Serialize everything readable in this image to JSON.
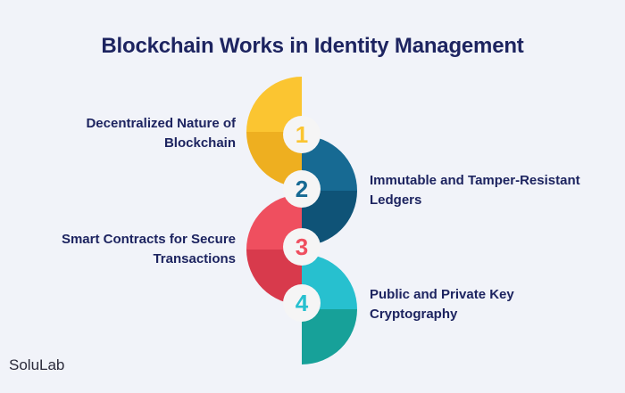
{
  "title": "Blockchain Works in Identity Management",
  "brand": "SoluLab",
  "steps": [
    {
      "number": "1",
      "label_line1": "Decentralized Nature of",
      "label_line2": "Blockchain",
      "color_light": "#fbc531",
      "color_dark": "#eeaf20",
      "side": "left"
    },
    {
      "number": "2",
      "label_line1": "Immutable and Tamper-Resistant",
      "label_line2": "Ledgers",
      "color_light": "#176a93",
      "color_dark": "#0f5377",
      "side": "right"
    },
    {
      "number": "3",
      "label_line1": "Smart Contracts for Secure",
      "label_line2": "Transactions",
      "color_light": "#ef4f5f",
      "color_dark": "#d83a4c",
      "side": "left"
    },
    {
      "number": "4",
      "label_line1": "Public and Private Key",
      "label_line2": "Cryptography",
      "color_light": "#27c0cf",
      "color_dark": "#17a199",
      "side": "right"
    }
  ],
  "colors": {
    "title": "#1d2460",
    "background": "#f1f3f9",
    "badge": "#f5f5f5"
  }
}
